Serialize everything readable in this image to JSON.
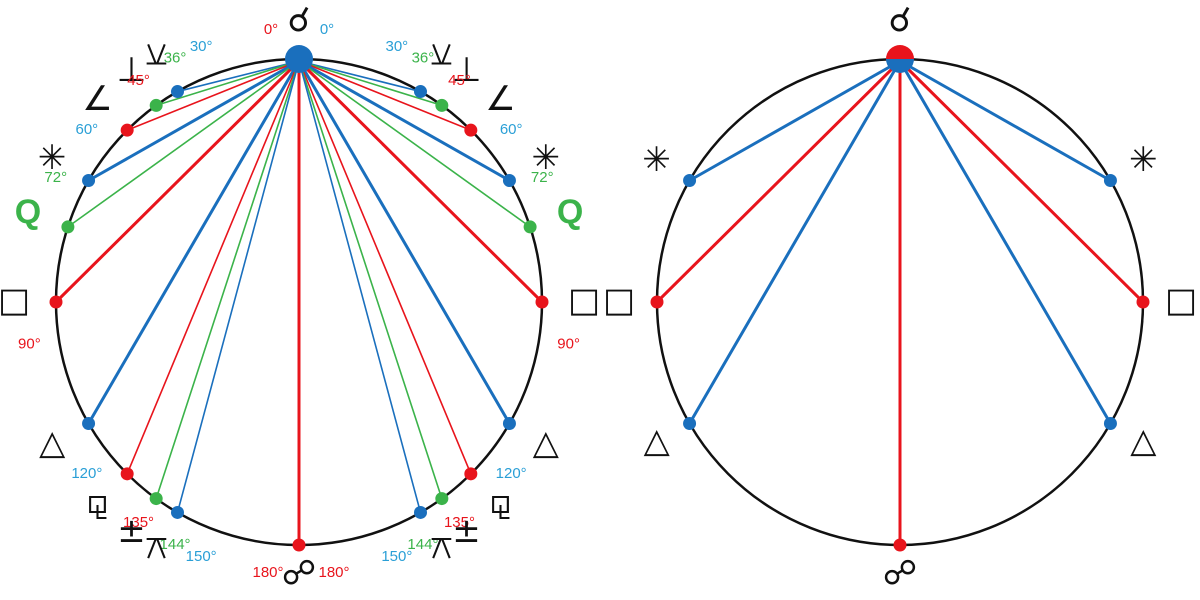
{
  "colors": {
    "red": "#e8141c",
    "blue": "#1a6fbd",
    "label_blue": "#2a9fd6",
    "green": "#3bb34a",
    "black": "#111111"
  },
  "left_diagram": {
    "conjunction": {
      "glyph": "☌",
      "label_red": "0°",
      "label_blue": "0°"
    },
    "opposition": {
      "glyph": "☍",
      "label_left": "180°",
      "label_right": "180°"
    },
    "aspects": [
      {
        "angle": 30,
        "label": "30°",
        "color": "blue",
        "glyph": "⚺",
        "weight": "thin"
      },
      {
        "angle": 36,
        "label": "36°",
        "color": "green",
        "glyph": "⊥",
        "weight": "thin"
      },
      {
        "angle": 45,
        "label": "45°",
        "color": "red",
        "glyph": "∠",
        "weight": "thin"
      },
      {
        "angle": 60,
        "label": "60°",
        "color": "blue",
        "glyph": "✳",
        "weight": "thick"
      },
      {
        "angle": 72,
        "label": "72°",
        "color": "green",
        "glyph": "Q",
        "weight": "thin"
      },
      {
        "angle": 90,
        "label": "90°",
        "color": "red",
        "glyph": "□",
        "weight": "thick"
      },
      {
        "angle": 120,
        "label": "120°",
        "color": "blue",
        "glyph": "△",
        "weight": "thick"
      },
      {
        "angle": 135,
        "label": "135°",
        "color": "red",
        "glyph": "⚼",
        "weight": "thin"
      },
      {
        "angle": 144,
        "label": "144°",
        "color": "green",
        "glyph": "±",
        "weight": "thin"
      },
      {
        "angle": 150,
        "label": "150°",
        "color": "blue",
        "glyph": "⚻",
        "weight": "thin"
      },
      {
        "angle": 180,
        "label": "180°",
        "color": "red",
        "glyph": "☍",
        "weight": "thick"
      }
    ]
  },
  "right_diagram": {
    "conjunction": {
      "glyph": "☌"
    },
    "opposition": {
      "glyph": "☍"
    },
    "aspects": [
      {
        "angle": 60,
        "color": "blue",
        "glyph": "✳"
      },
      {
        "angle": 90,
        "color": "red",
        "glyph": "□"
      },
      {
        "angle": 120,
        "color": "blue",
        "glyph": "△"
      },
      {
        "angle": 180,
        "color": "red",
        "glyph": "☍"
      }
    ]
  }
}
